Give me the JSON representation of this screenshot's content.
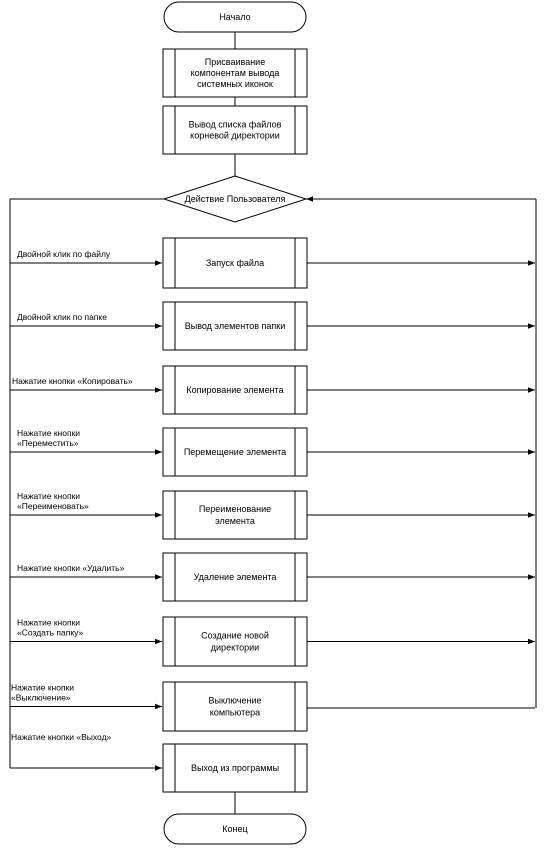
{
  "start": {
    "label": "Начало"
  },
  "end": {
    "label": "Конец"
  },
  "init_steps": [
    {
      "lines": [
        "Присваивание",
        "компонентам вывода",
        "системных иконок"
      ]
    },
    {
      "lines": [
        "Вывод списка файлов",
        "корневой директории"
      ]
    }
  ],
  "decision": {
    "label": "Действие Пользователя"
  },
  "branches": [
    {
      "condition": [
        "Двойной клик по файлу"
      ],
      "action": [
        "Запуск файла"
      ]
    },
    {
      "condition": [
        "Двойной клик по папке"
      ],
      "action": [
        "Вывод элементов папки"
      ]
    },
    {
      "condition": [
        "Нажатие кнопки «Копировать»"
      ],
      "action": [
        "Копирование элемента"
      ]
    },
    {
      "condition": [
        "Нажатие кнопки",
        "«Переместить»"
      ],
      "action": [
        "Перемещение элемента"
      ]
    },
    {
      "condition": [
        "Нажатие кнопки",
        "«Переименовать»"
      ],
      "action": [
        "Переименование",
        "элемента"
      ]
    },
    {
      "condition": [
        "Нажатие кнопки «Удалить»"
      ],
      "action": [
        "Удаление элемента"
      ]
    },
    {
      "condition": [
        "Нажатие кнопки",
        "«Создать папку»"
      ],
      "action": [
        "Создание новой",
        "директории"
      ]
    },
    {
      "condition": [
        "Нажатие кнопки",
        "«Выключение»"
      ],
      "action": [
        "Выключение",
        "компьютера"
      ]
    },
    {
      "condition": [
        "Нажатие кнопки «Выход»"
      ],
      "action": [
        "Выход из программы"
      ]
    }
  ]
}
